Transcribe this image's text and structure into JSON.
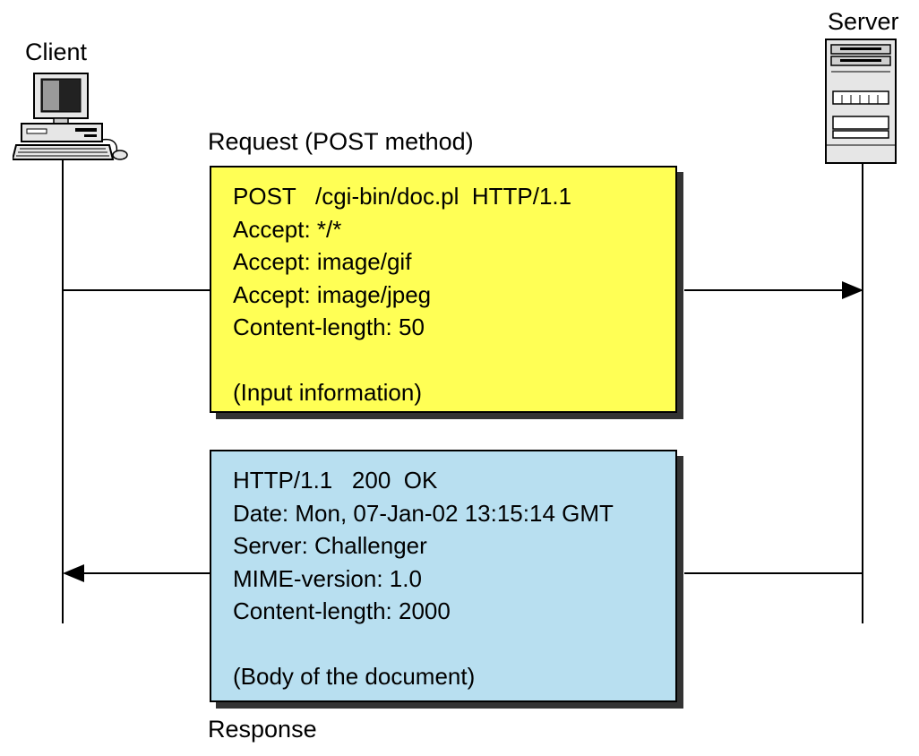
{
  "client": {
    "label": "Client",
    "icon": "computer-icon"
  },
  "server": {
    "label": "Server",
    "icon": "server-icon"
  },
  "request": {
    "caption": "Request (POST method)",
    "color": "#ffff55",
    "lines": [
      "POST   /cgi-bin/doc.pl  HTTP/1.1",
      "Accept: */*",
      "Accept: image/gif",
      "Accept: image/jpeg",
      "Content-length: 50",
      "",
      "(Input information)"
    ]
  },
  "response": {
    "caption": "Response",
    "color": "#b8dff0",
    "lines": [
      "HTTP/1.1   200  OK",
      "Date: Mon, 07-Jan-02 13:15:14 GMT",
      "Server: Challenger",
      "MIME-version: 1.0",
      "Content-length: 2000",
      "",
      "(Body of the document)"
    ]
  }
}
